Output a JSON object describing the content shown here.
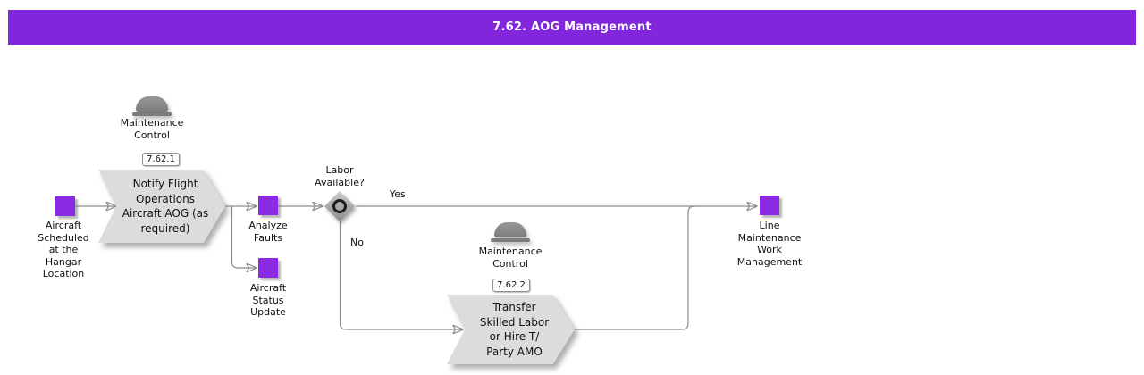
{
  "header": {
    "title": "7.62. AOG Management"
  },
  "colors": {
    "header_bg": "#8226dc",
    "header_text": "#ffffff",
    "task_square": "#8a2be2",
    "chevron_fill": "#dcdcdc",
    "connector": "#8a8a8a",
    "arrowhead": "#666666",
    "text": "#111111"
  },
  "nodes": {
    "start": {
      "label": "Aircraft\nScheduled\nat the\nHangar\nLocation"
    },
    "notify": {
      "badge": "7.62.1",
      "role": "Maintenance\nControl",
      "label": "Notify Flight\nOperations\nAircraft AOG (as\nrequired)"
    },
    "analyze": {
      "label": "Analyze\nFaults"
    },
    "status": {
      "label": "Aircraft\nStatus\nUpdate"
    },
    "decision": {
      "question": "Labor\nAvailable?",
      "yes_label": "Yes",
      "no_label": "No"
    },
    "transfer": {
      "badge": "7.62.2",
      "role": "Maintenance\nControl",
      "label": "Transfer\nSkilled Labor\nor Hire T/\nParty AMO"
    },
    "end": {
      "label": "Line\nMaintenance\nWork\nManagement"
    }
  }
}
